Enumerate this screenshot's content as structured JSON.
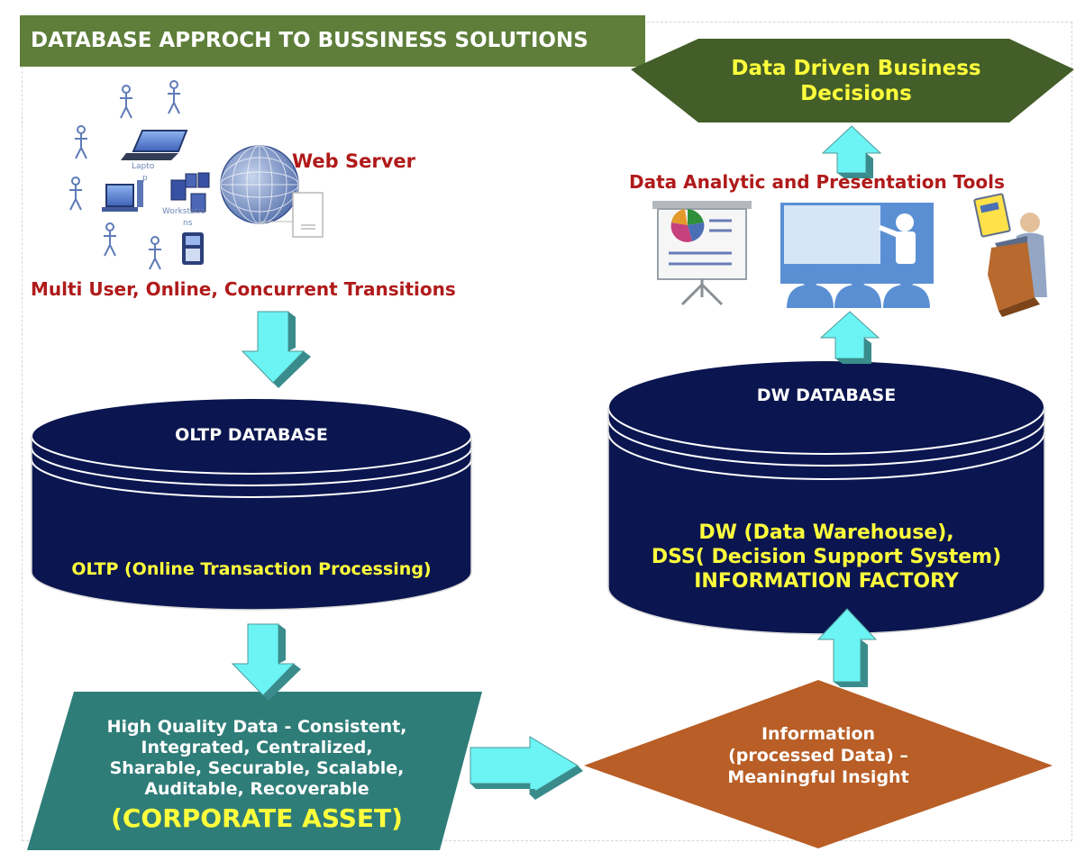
{
  "title": "DATABASE APPROCH TO BUSSINESS SOLUTIONS",
  "top_decision": {
    "line1": "Data Driven Business",
    "line2": "Decisions"
  },
  "web_server": {
    "label": "Web Server",
    "laptop_label": "Lapto",
    "laptop_label_2": "p",
    "workstation_label": "Workstatio",
    "workstation_label_2": "ns"
  },
  "users_caption": "Multi User, Online, Concurrent Transitions",
  "analytics": {
    "title": "Data Analytic and Presentation Tools"
  },
  "oltp": {
    "header": "OLTP DATABASE",
    "body": "OLTP (Online Transaction Processing)"
  },
  "dw": {
    "header": "DW DATABASE",
    "line1": "DW (Data Warehouse),",
    "line2": "DSS( Decision Support System)",
    "line3": "INFORMATION FACTORY"
  },
  "asset": {
    "line1": "High Quality Data - Consistent,",
    "line2": "Integrated, Centralized,",
    "line3": "Sharable, Securable, Scalable,",
    "line4": "Auditable, Recoverable",
    "line5": "(CORPORATE ASSET)"
  },
  "information": {
    "line1": "Information",
    "line2": "(processed Data) –",
    "line3": "Meaningful Insight"
  },
  "colors": {
    "banner_green": "#5e7e3a",
    "decision_green": "#435e29",
    "db_navy": "#0b1650",
    "asset_teal": "#2f7d78",
    "info_orange": "#b85e26",
    "arrow_cyan": "#6cf3f3",
    "label_red": "#b01a1a",
    "label_yellow": "#ffff3c"
  }
}
